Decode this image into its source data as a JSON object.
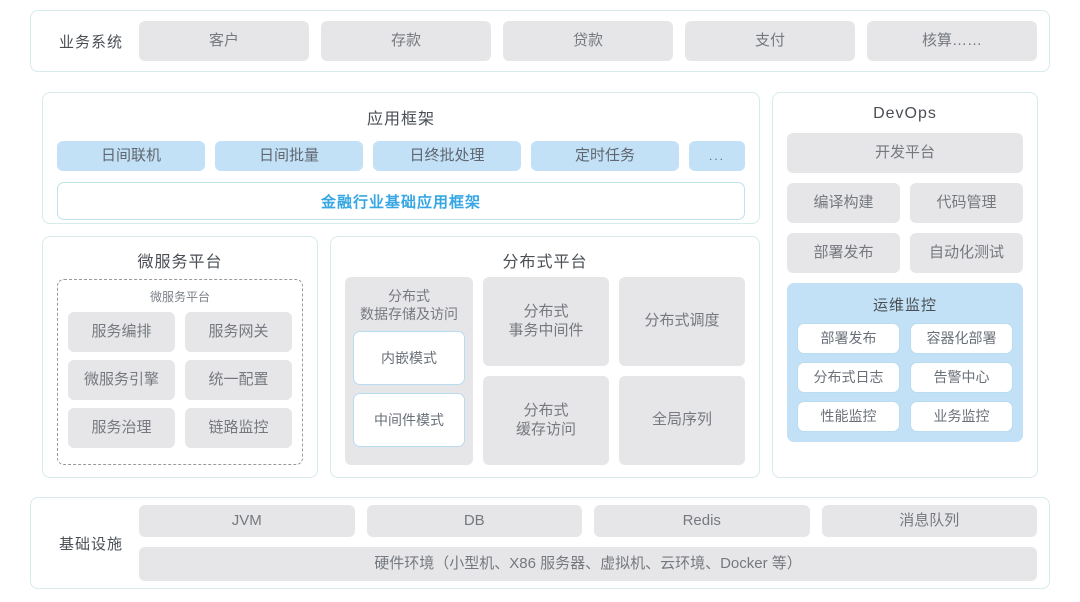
{
  "business_systems": {
    "label": "业务系统",
    "items": [
      "客户",
      "存款",
      "贷款",
      "支付",
      "核算……"
    ]
  },
  "application_framework": {
    "title": "应用框架",
    "items": [
      "日间联机",
      "日间批量",
      "日终批处理",
      "定时任务",
      "..."
    ],
    "framework_bar": "金融行业基础应用框架",
    "accent_color": "#36a7e4"
  },
  "microservice_platform": {
    "title": "微服务平台",
    "sub_title": "微服务平台",
    "items": [
      "服务编排",
      "服务网关",
      "微服务引擎",
      "统一配置",
      "服务治理",
      "链路监控"
    ]
  },
  "distributed_platform": {
    "title": "分布式平台",
    "storage": {
      "title": "分布式\n数据存储及访问",
      "title_line1": "分布式",
      "title_line2": "数据存储及访问",
      "modes": [
        "内嵌模式",
        "中间件模式"
      ]
    },
    "column2": [
      {
        "line1": "分布式",
        "line2": "事务中间件"
      },
      {
        "line1": "分布式",
        "line2": "缓存访问"
      }
    ],
    "column3": [
      {
        "line1": "分布式调度",
        "line2": ""
      },
      {
        "line1": "全局序列",
        "line2": ""
      }
    ]
  },
  "devops": {
    "title": "DevOps",
    "platform": "开发平台",
    "items": [
      "编译构建",
      "代码管理",
      "部署发布",
      "自动化测试"
    ],
    "ops_monitor": {
      "title": "运维监控",
      "items": [
        "部署发布",
        "容器化部署",
        "分布式日志",
        "告警中心",
        "性能监控",
        "业务监控"
      ]
    }
  },
  "infrastructure": {
    "label": "基础设施",
    "items": [
      "JVM",
      "DB",
      "Redis",
      "消息队列"
    ],
    "hardware": "硬件环境（小型机、X86 服务器、虚拟机、云环境、Docker 等）"
  },
  "theme": {
    "panel_border": "#d7eaec",
    "chip_gray": "#e6e6e8",
    "chip_blue": "#c3e1f6",
    "text_gray": "#75797f"
  }
}
